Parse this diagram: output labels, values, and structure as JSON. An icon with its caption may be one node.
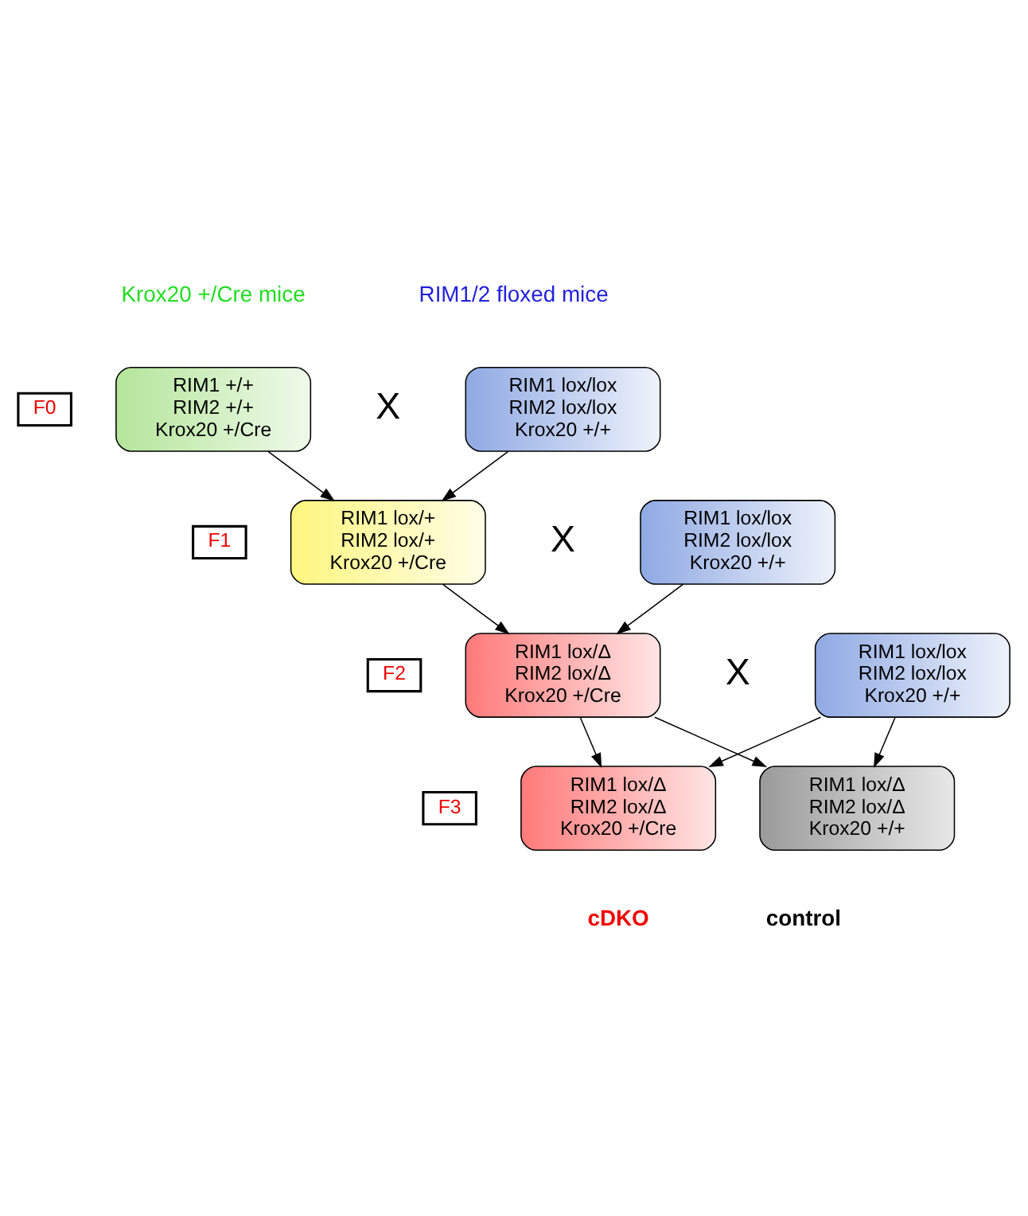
{
  "diagram": {
    "nodes": [
      {
        "text": [
          "F0"
        ]
      },
      {
        "text": [
          "RIM1 +/+ RIM2 +/+ Krox20 +/Cre"
        ]
      },
      {
        "text": [
          "RIM1 lox/lox RIM2 lox/lox Krox20 +/+"
        ]
      },
      {
        "text": [
          "F1"
        ]
      },
      {
        "text": [
          "RIM1 lox/+ RIM2 lox/+ Krox20 +/Cre"
        ]
      },
      {
        "text": [
          "RIM1 lox/lox RIM2 lox/lox Krox20 +/+"
        ]
      },
      {
        "text": [
          "F2"
        ]
      },
      {
        "text": [
          "RIM1 lox/Δ RIM2 lox/Δ Krox20 +/Cre"
        ]
      },
      {
        "text": [
          "RIM1 lox/lox RIM2 lox/lox Krox20 +/+"
        ]
      },
      {
        "text": [
          "F3"
        ]
      },
      {
        "text": [
          "RIM1 lox/Δ RIM2 lox/Δ Krox20 +/Cre"
        ]
      },
      {
        "text": [
          "RIM1 lox/Δ RIM2 lox/Δ Krox20 +/+"
        ]
      }
    ],
    "edges": [
      {
        "from": 1,
        "to": 4,
        "arrow": "to"
      },
      {
        "from": 2,
        "to": 4,
        "arrow": "to"
      },
      {
        "from": 4,
        "to": 7,
        "arrow": "to"
      },
      {
        "from": 5,
        "to": 7,
        "arrow": "to"
      },
      {
        "from": 7,
        "to": 10,
        "arrow": "to"
      },
      {
        "from": 7,
        "to": 11,
        "arrow": "to"
      },
      {
        "from": 8,
        "to": 10,
        "arrow": "to"
      },
      {
        "from": 8,
        "to": 11,
        "arrow": "to"
      }
    ],
    "labels": [
      "Krox20 +/Cre mice",
      "RIM1/2 floxed mice",
      "X",
      "X",
      "X",
      "cDKO",
      "control"
    ]
  }
}
